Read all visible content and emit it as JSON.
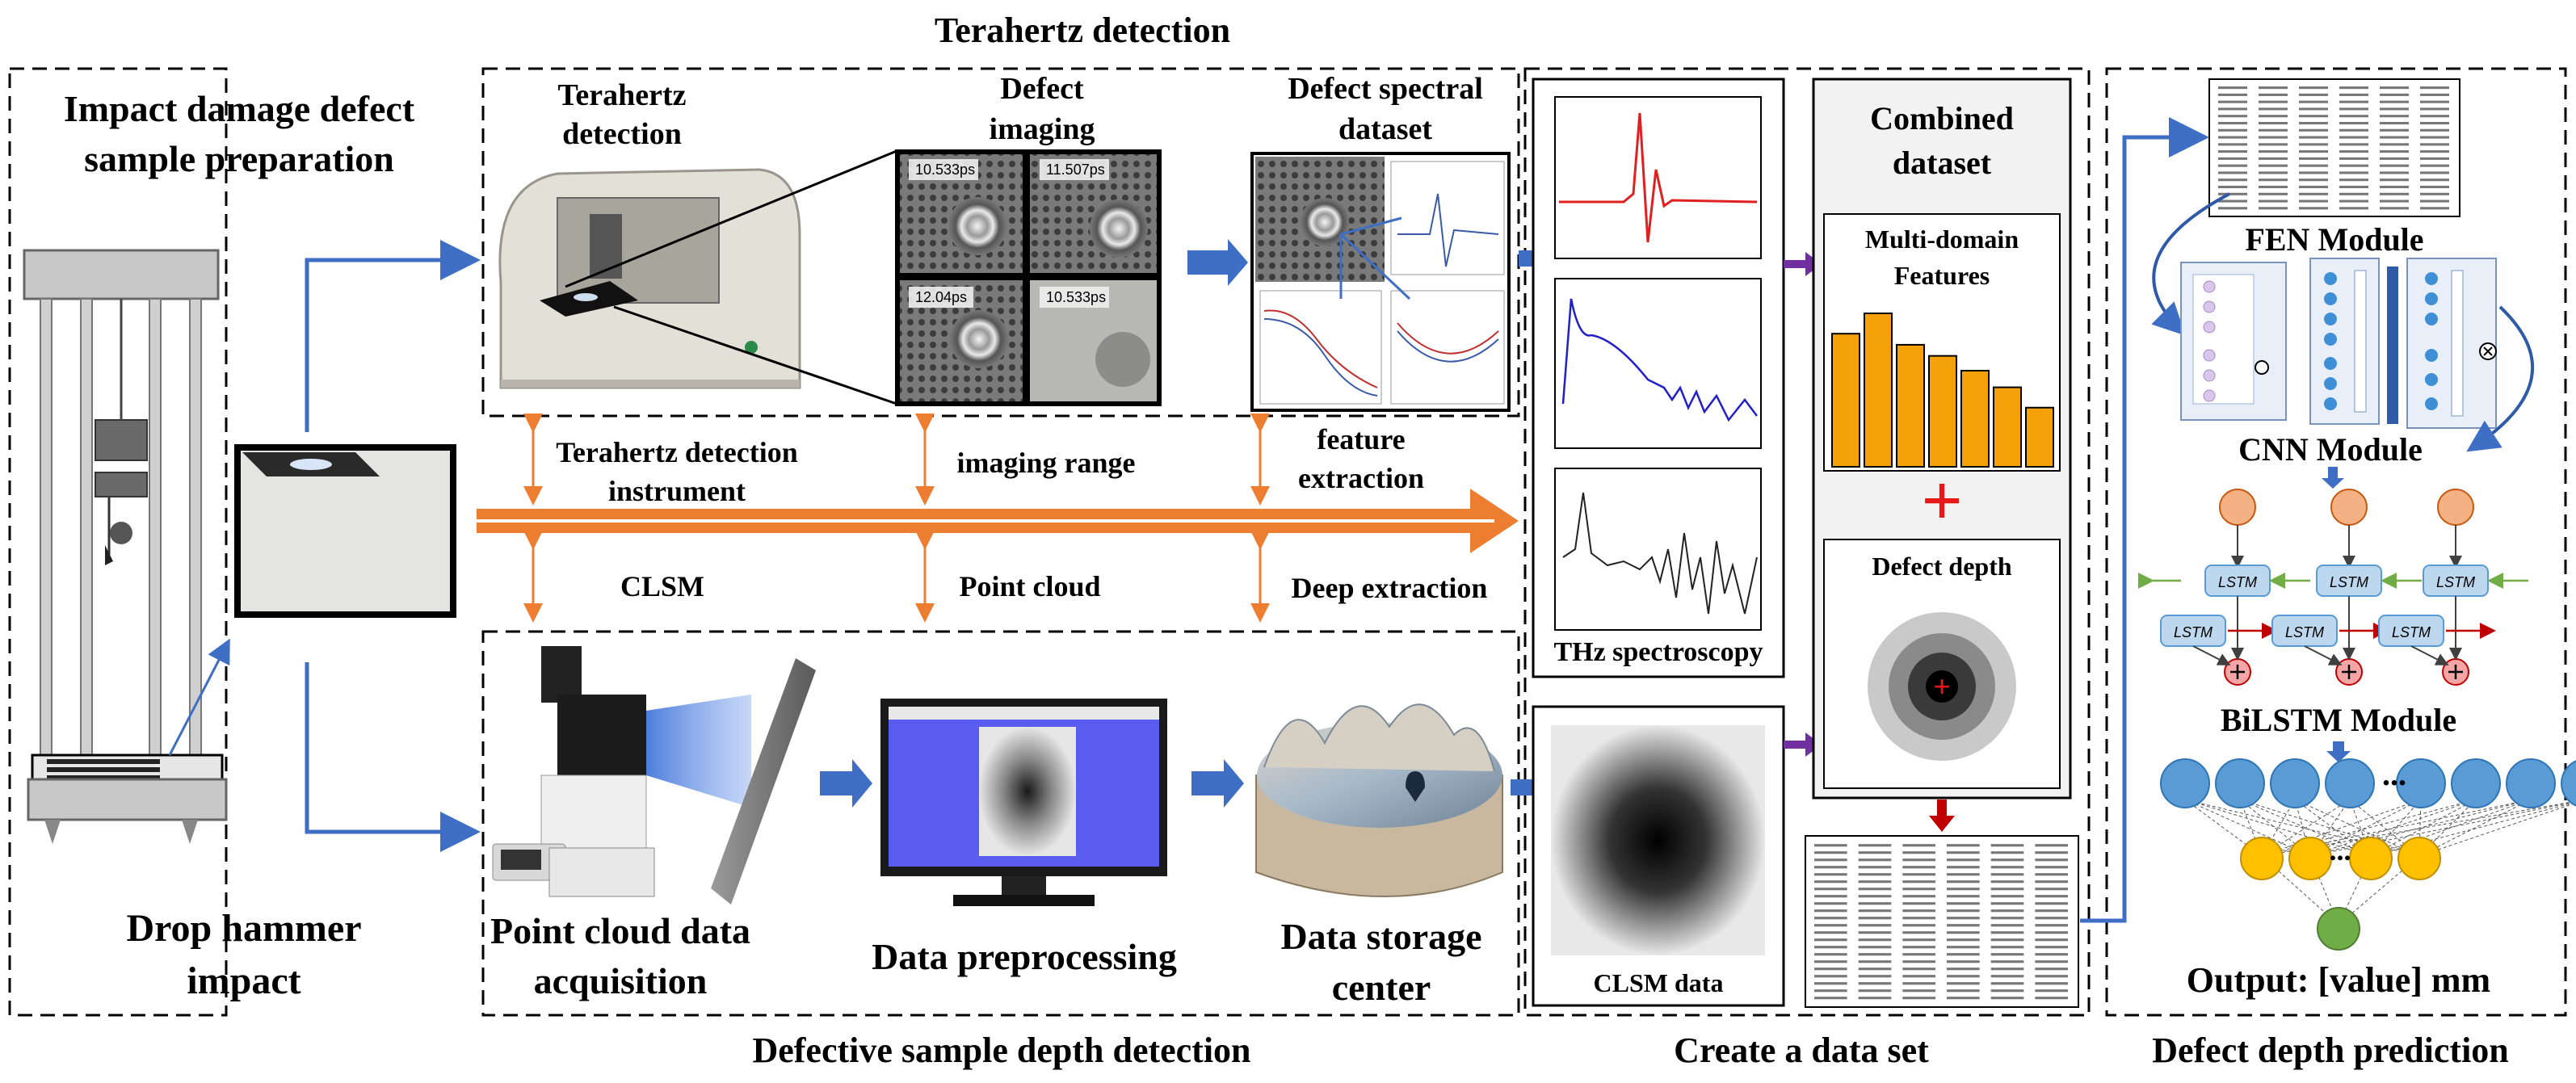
{
  "sections": {
    "sample_prep_title_line1": "Impact damage defect",
    "sample_prep_title_line2": "sample preparation",
    "terahertz_detection_header": "Terahertz detection",
    "depth_detection_footer": "Defective sample depth detection",
    "create_dataset_footer": "Create a data set",
    "prediction_footer": "Defect depth prediction"
  },
  "drop_hammer": {
    "label_line1": "Drop hammer",
    "label_line2": "impact"
  },
  "thz_panel": {
    "instrument_title_line1": "Terahertz",
    "instrument_title_line2": "detection",
    "imaging_title_line1": "Defect",
    "imaging_title_line2": "imaging",
    "spectral_title_line1": "Defect spectral",
    "spectral_title_line2": "dataset",
    "time_labels": [
      "10.533ps",
      "11.507ps",
      "12.04ps",
      "10.533ps"
    ]
  },
  "flow_row": {
    "top_labels": [
      "Terahertz detection",
      "instrument",
      "imaging range",
      "feature",
      "extraction"
    ],
    "bottom_labels": [
      "CLSM",
      "Point cloud",
      "Deep extraction"
    ]
  },
  "clsm_panel": {
    "acquisition_line1": "Point cloud data",
    "acquisition_line2": "acquisition",
    "preprocessing": "Data preprocessing",
    "storage_line1": "Data storage",
    "storage_line2": "center"
  },
  "dataset_panel": {
    "thz_spectroscopy": "THz spectroscopy",
    "clsm_data": "CLSM data",
    "combined_line1": "Combined",
    "combined_line2": "dataset",
    "features_line1": "Multi-domain",
    "features_line2": "Features",
    "defect_depth": "Defect depth",
    "plus_sign": "+",
    "feature_bars": [
      0.72,
      0.83,
      0.66,
      0.6,
      0.52,
      0.43,
      0.32
    ],
    "colors": {
      "bar": "#f5a10a",
      "red": "#e81818",
      "purple": "#7030a0",
      "blue_arrow": "#3f6fc4",
      "orange_arrow": "#ed7d31"
    }
  },
  "model_panel": {
    "fen_module": "FEN Module",
    "cnn_module": "CNN Module",
    "lstm_cell": "LSTM",
    "bilstm_module": "BiLSTM Module",
    "output": "Output: [value] mm",
    "ellipsis": "..."
  }
}
